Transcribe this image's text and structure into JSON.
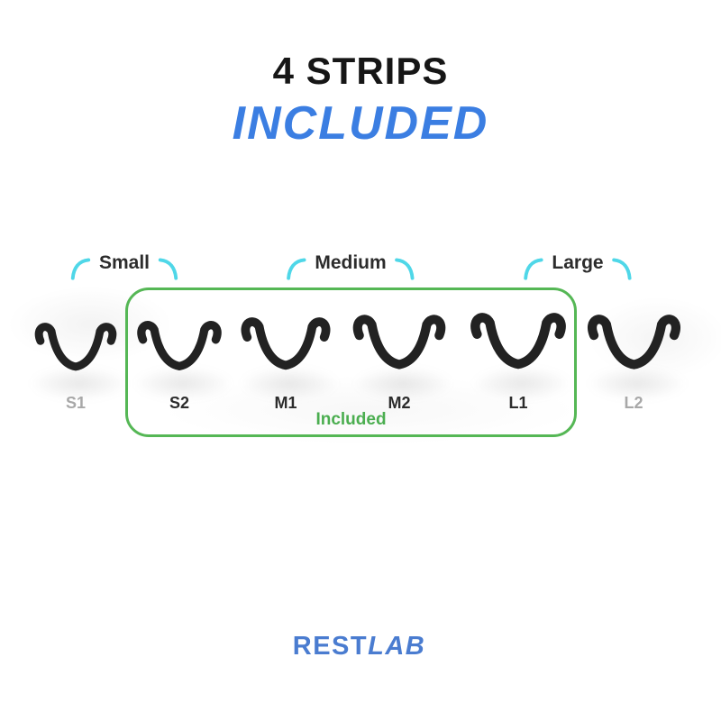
{
  "title": {
    "line1": "4 STRIPS",
    "line2": "INCLUDED"
  },
  "size_groups": [
    {
      "label": "Small"
    },
    {
      "label": "Medium"
    },
    {
      "label": "Large"
    }
  ],
  "strips": [
    {
      "id": "S1",
      "size_group": "Small",
      "included": false
    },
    {
      "id": "S2",
      "size_group": "Small",
      "included": true
    },
    {
      "id": "M1",
      "size_group": "Medium",
      "included": true
    },
    {
      "id": "M2",
      "size_group": "Medium",
      "included": true
    },
    {
      "id": "L1",
      "size_group": "Large",
      "included": true
    },
    {
      "id": "L2",
      "size_group": "Large",
      "included": false
    }
  ],
  "included_box_label": "Included",
  "logo": {
    "part1": "REST",
    "part2": "LAB"
  },
  "colors": {
    "accent_blue": "#3b7ee2",
    "logo_blue": "#4a7cd0",
    "box_green": "#55b755",
    "included_green": "#4bae50",
    "bracket_cyan": "#4fd7e8",
    "muted_label": "#a8a8a8",
    "dark_label": "#2c2c2c",
    "strip_color": "#222222"
  }
}
